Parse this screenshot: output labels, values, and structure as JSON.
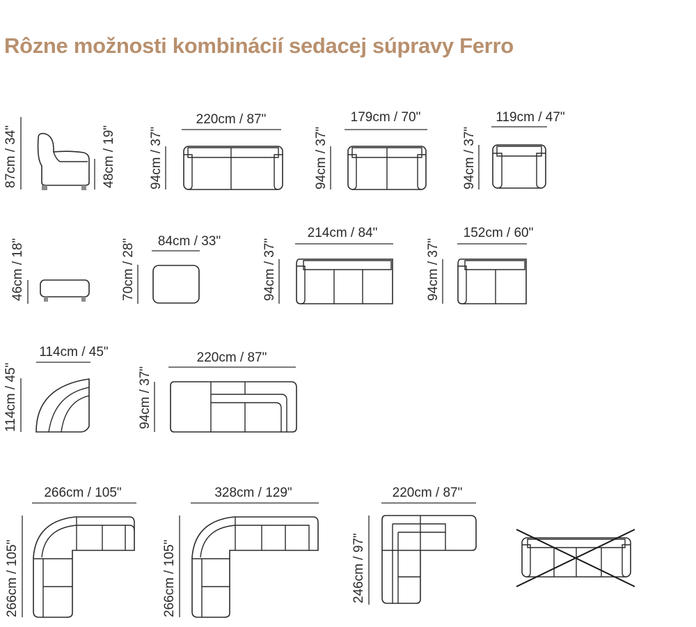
{
  "title": "Rôzne možnosti kombinácií sedacej súpravy Ferro",
  "title_color": "#b8906e",
  "rows": [
    {
      "items": [
        {
          "name": "armchair-side-view",
          "height_total": "87cm / 34\"",
          "seat_height": "48cm / 19\""
        },
        {
          "name": "sofa-3-seat",
          "width": "220cm / 87\"",
          "height": "94cm / 37\""
        },
        {
          "name": "sofa-2-seat",
          "width": "179cm / 70\"",
          "height": "94cm / 37\""
        },
        {
          "name": "armchair",
          "width": "119cm / 47\"",
          "height": "94cm / 37\""
        }
      ]
    },
    {
      "items": [
        {
          "name": "footstool-side-view",
          "height": "46cm / 18\""
        },
        {
          "name": "footstool-top-view",
          "width": "84cm / 33\"",
          "height": "70cm / 28\""
        },
        {
          "name": "module-3-seat-one-arm",
          "width": "214cm / 84\"",
          "height": "94cm / 37\""
        },
        {
          "name": "module-2-seat-one-arm",
          "width": "152cm / 60\"",
          "height": "94cm / 37\""
        }
      ]
    },
    {
      "items": [
        {
          "name": "corner-module",
          "width": "114cm / 45\"",
          "height": "114cm / 45\""
        },
        {
          "name": "chaise-longue",
          "width": "220cm / 87\"",
          "height": "94cm / 37\""
        }
      ]
    },
    {
      "items": [
        {
          "name": "corner-sofa-small",
          "width": "266cm / 105\"",
          "height": "266cm / 105\""
        },
        {
          "name": "corner-sofa-large",
          "width": "328cm / 129\"",
          "height": "266cm / 105\""
        },
        {
          "name": "chaise-corner-sofa",
          "width": "220cm / 87\"",
          "height": "246cm / 97\""
        },
        {
          "name": "unavailable-combination",
          "status": "crossed-out"
        }
      ]
    }
  ]
}
